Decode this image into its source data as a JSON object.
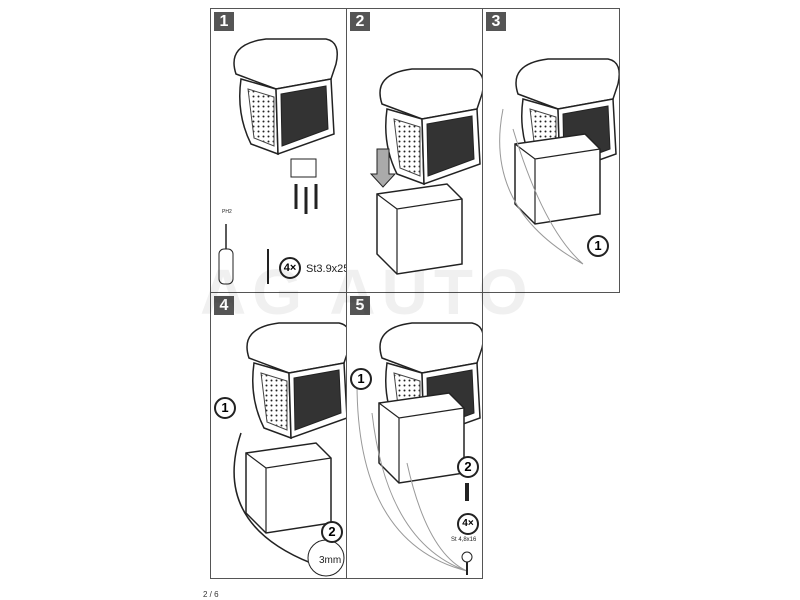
{
  "steps": [
    {
      "number": "1",
      "qty": "4×",
      "screw_spec": "St3.9x25",
      "tool_label": "PH2"
    },
    {
      "number": "2"
    },
    {
      "number": "3",
      "callout": "1"
    },
    {
      "number": "4",
      "callout1": "1",
      "callout2": "2",
      "gap": "3mm"
    },
    {
      "number": "5",
      "callout1": "1",
      "callout2": "2",
      "qty": "4×",
      "screw_spec": "St 4,8x16"
    }
  ],
  "watermark": "AG AUTO",
  "page_number": "2 / 6"
}
